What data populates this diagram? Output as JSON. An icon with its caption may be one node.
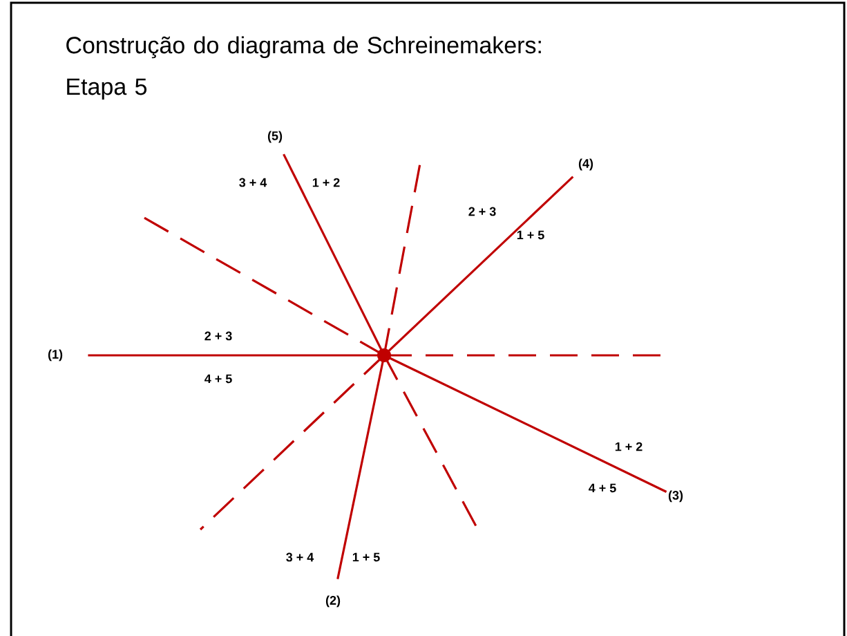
{
  "diagram": {
    "title": "Construção do diagrama de Schreinemakers: Etapa 5",
    "nodes": [
      {
        "text": [],
        "shape": "circle"
      },
      {
        "text": [
          "(1)"
        ]
      },
      {
        "text": [
          "(2)"
        ]
      },
      {
        "text": [
          "(3)"
        ]
      },
      {
        "text": [
          "(4)"
        ]
      },
      {
        "text": [
          "(5)"
        ]
      }
    ],
    "edges": [
      {
        "from": 0,
        "to": 1,
        "arrow": "none"
      },
      {
        "from": 0,
        "to": 2,
        "arrow": "none"
      },
      {
        "from": 0,
        "to": 3,
        "arrow": "none"
      },
      {
        "from": 0,
        "to": 4,
        "arrow": "none"
      },
      {
        "from": 0,
        "to": 5,
        "arrow": "none"
      },
      {
        "from": 0,
        "to": null,
        "arrow": "none",
        "style": "dashed"
      },
      {
        "from": 0,
        "to": null,
        "arrow": "none",
        "style": "dashed"
      },
      {
        "from": 0,
        "to": null,
        "arrow": "none",
        "style": "dashed"
      },
      {
        "from": 0,
        "to": null,
        "arrow": "none",
        "style": "dashed"
      },
      {
        "from": 0,
        "to": null,
        "arrow": "none",
        "style": "dashed"
      }
    ],
    "labels": [
      "3 + 4",
      "1 + 2",
      "2 + 3",
      "1 + 5",
      "2 + 3",
      "4 + 5",
      "1 + 2",
      "4 + 5",
      "3 + 4",
      "1 + 5"
    ]
  }
}
